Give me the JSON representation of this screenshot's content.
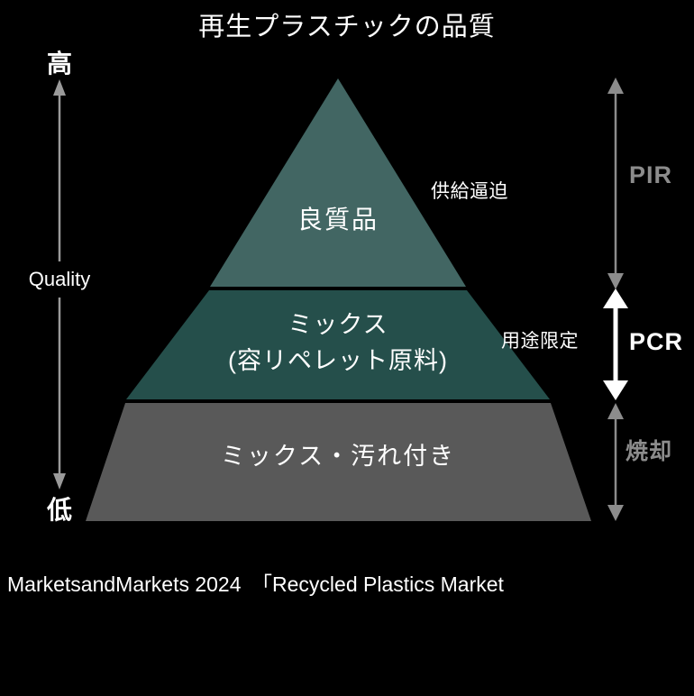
{
  "title": "再生プラスチックの品質",
  "background_color": "#000000",
  "axis": {
    "high_label": "高",
    "low_label": "低",
    "name": "Quality",
    "arrow_color": "#9a9a9a"
  },
  "pyramid": {
    "tiers": [
      {
        "id": "top",
        "label": "良質品",
        "color": "#426663"
      },
      {
        "id": "middle",
        "label": "ミックス",
        "sublabel": "(容リペレット原料)",
        "color": "#254f4b"
      },
      {
        "id": "bottom",
        "label": "ミックス・汚れ付き",
        "color": "#595959"
      }
    ]
  },
  "annotations": {
    "supply": "供給逼迫",
    "usage": "用途限定"
  },
  "brackets": [
    {
      "id": "pir",
      "label": "PIR",
      "color": "#8c8c8c"
    },
    {
      "id": "pcr",
      "label": "PCR",
      "color": "#ffffff"
    },
    {
      "id": "incineration",
      "label": "焼却",
      "color": "#8c8c8c"
    }
  ],
  "source": "MarketsandMarkets 2024　「Recycled Plastics Market"
}
